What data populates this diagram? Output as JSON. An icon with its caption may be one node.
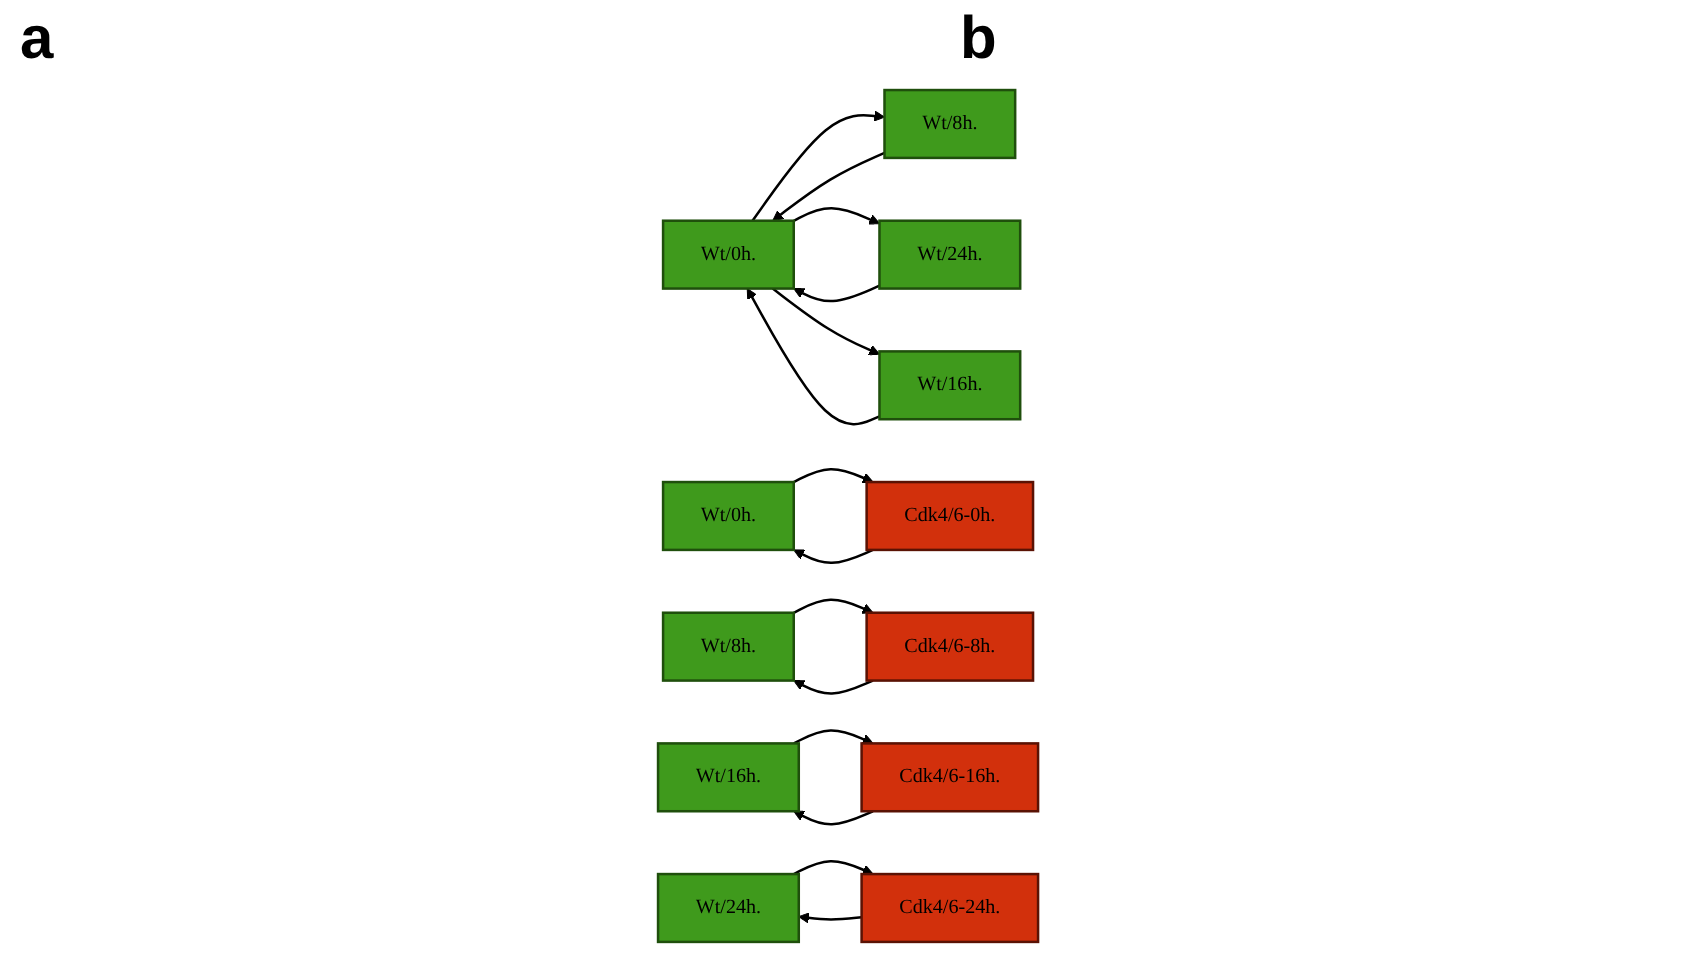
{
  "diagram": {
    "nodes": [
      {
        "text": [
          "Wt/0h."
        ]
      },
      {
        "text": [
          "Wt/8h."
        ]
      },
      {
        "text": [
          "Wt/16h."
        ]
      },
      {
        "text": [
          "Wt/24h."
        ]
      },
      {
        "text": [
          "Wt/0h."
        ]
      },
      {
        "text": [
          "Cdk4/6-0h."
        ]
      },
      {
        "text": [
          "Wt/8h."
        ]
      },
      {
        "text": [
          "Cdk4/6-8h."
        ]
      },
      {
        "text": [
          "Wt/16h."
        ]
      },
      {
        "text": [
          "Cdk4/6-16h."
        ]
      },
      {
        "text": [
          "Wt/24h."
        ]
      },
      {
        "text": [
          "Cdk4/6-24h."
        ]
      }
    ],
    "edges": [
      {
        "from": 0,
        "to": 1,
        "arrow": "to"
      },
      {
        "from": 1,
        "to": 0,
        "arrow": "to"
      },
      {
        "from": 0,
        "to": 3,
        "arrow": "to"
      },
      {
        "from": 0,
        "to": 2,
        "arrow": "to"
      },
      {
        "from": 2,
        "to": 0,
        "arrow": "to"
      },
      {
        "from": 3,
        "to": 0,
        "arrow": "to"
      },
      {
        "from": 4,
        "to": 5,
        "arrow": "to"
      },
      {
        "from": 5,
        "to": 4,
        "arrow": "to"
      },
      {
        "from": 6,
        "to": 7,
        "arrow": "to"
      },
      {
        "from": 7,
        "to": 6,
        "arrow": "to"
      },
      {
        "from": 8,
        "to": 9,
        "arrow": "to"
      },
      {
        "from": 9,
        "to": 8,
        "arrow": "to"
      },
      {
        "from": 10,
        "to": 11,
        "arrow": "to"
      },
      {
        "from": 11,
        "to": 10,
        "arrow": "to"
      }
    ],
    "labels": [
      "a",
      "b"
    ]
  }
}
